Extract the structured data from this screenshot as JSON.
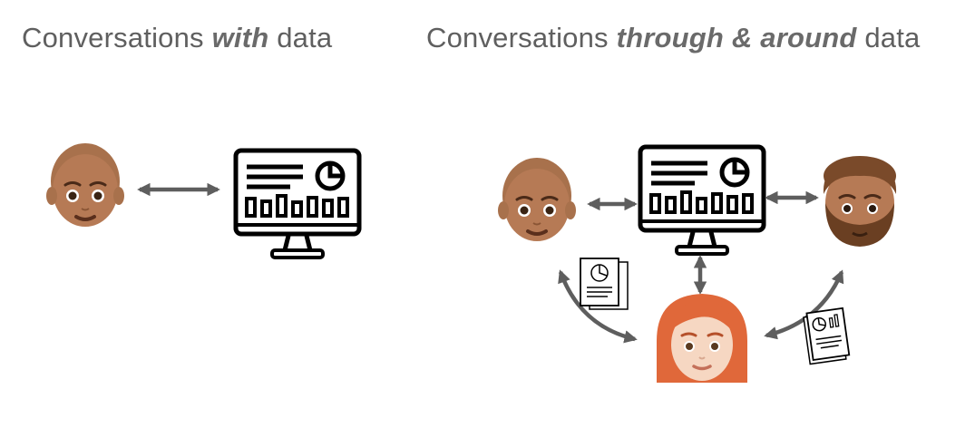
{
  "left_panel": {
    "title_prefix": "Conversations ",
    "title_emphasis": "with",
    "title_suffix": " data"
  },
  "right_panel": {
    "title_prefix": "Conversations ",
    "title_emphasis": "through & around",
    "title_suffix": " data"
  },
  "colors": {
    "arrow": "#5e5e5e",
    "stroke": "#000000",
    "skin_tan": "#b67a55",
    "hair_brown": "#7a4a2a",
    "hair_red": "#e0683a",
    "skin_light": "#f6d7c2"
  },
  "icons": [
    "person-bald-icon",
    "person-bearded-icon",
    "person-redhead-icon",
    "dashboard-monitor-icon",
    "report-document-icon",
    "double-arrow-icon"
  ]
}
